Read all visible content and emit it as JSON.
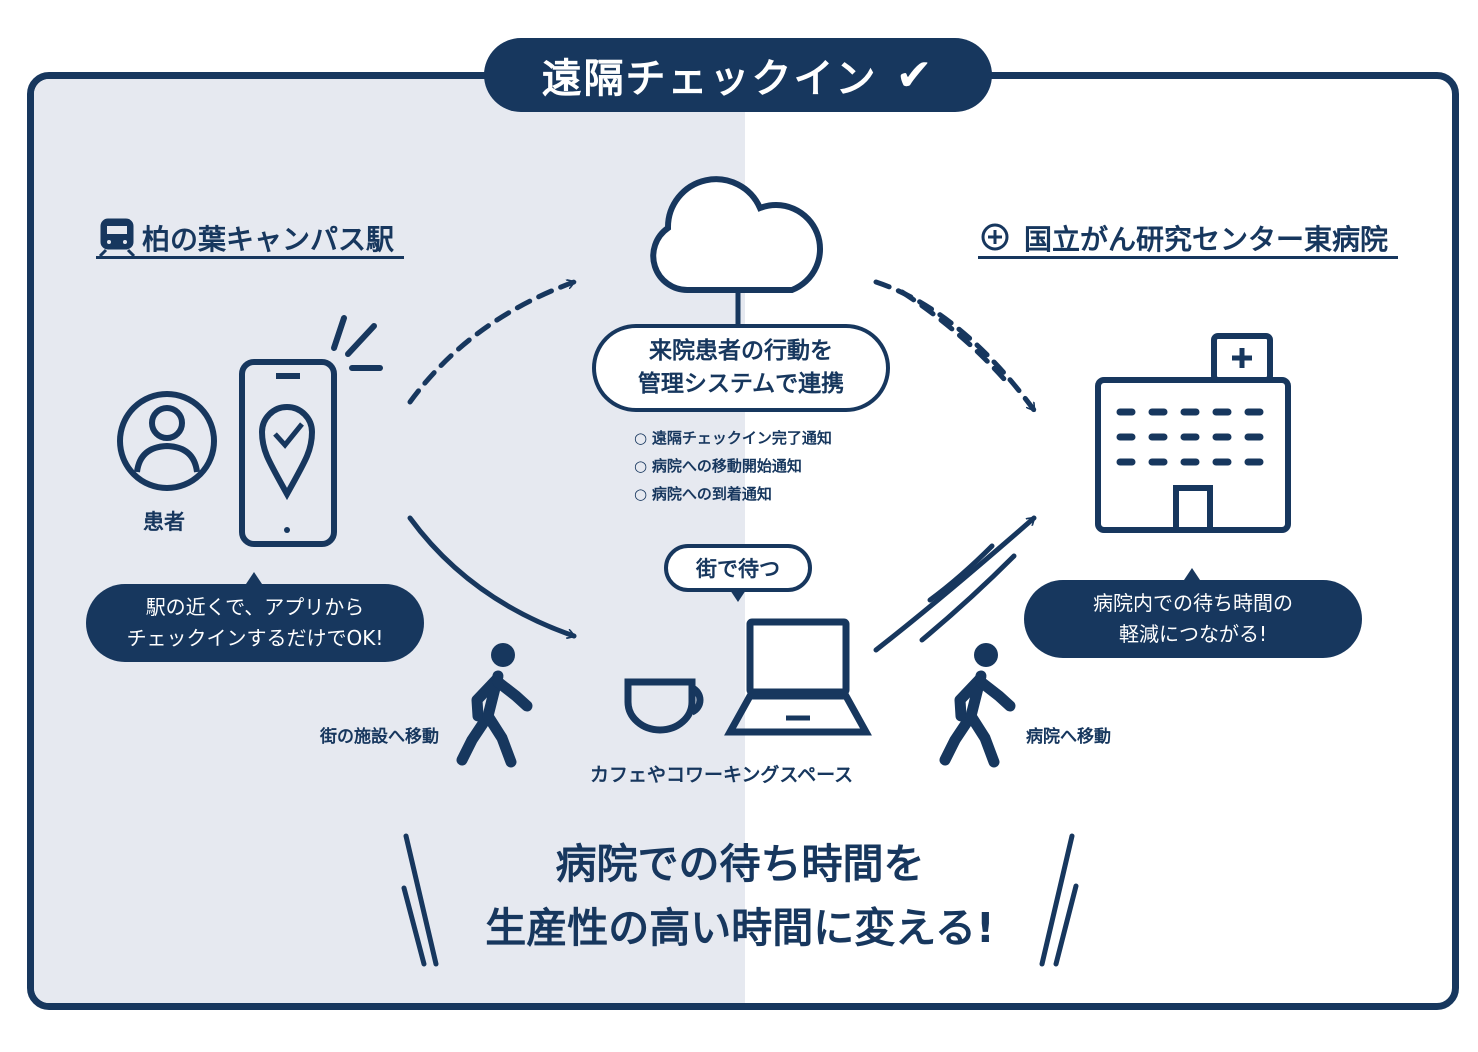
{
  "title": "遠隔チェックイン",
  "title_icon": "check-icon",
  "colors": {
    "navy": "#17375e",
    "left_bg": "#e6e9f0",
    "white": "#ffffff"
  },
  "station": {
    "name": "柏の葉キャンパス駅",
    "icon": "train-icon"
  },
  "hospital": {
    "name": "国立がん研究センター東病院",
    "icon": "plus-circle-icon"
  },
  "patient_label": "患者",
  "station_bubble": {
    "line1": "駅の近くで、アプリから",
    "line2": "チェックインするだけでOK!"
  },
  "cloud_bubble": {
    "line1": "来院患者の行動を",
    "line2": "管理システムで連携"
  },
  "notifications": [
    "遠隔チェックイン完了通知",
    "病院への移動開始通知",
    "病院への到着通知"
  ],
  "wait_bubble": "街で待つ",
  "cafe_label": "カフェやコワーキングスペース",
  "move_town": "街の施設へ移動",
  "move_hospital": "病院へ移動",
  "hospital_bubble": {
    "line1": "病院内での待ち時間の",
    "line2": "軽減につながる!"
  },
  "message": {
    "line1": "病院での待ち時間を",
    "line2": "生産性の高い時間に変える!"
  }
}
